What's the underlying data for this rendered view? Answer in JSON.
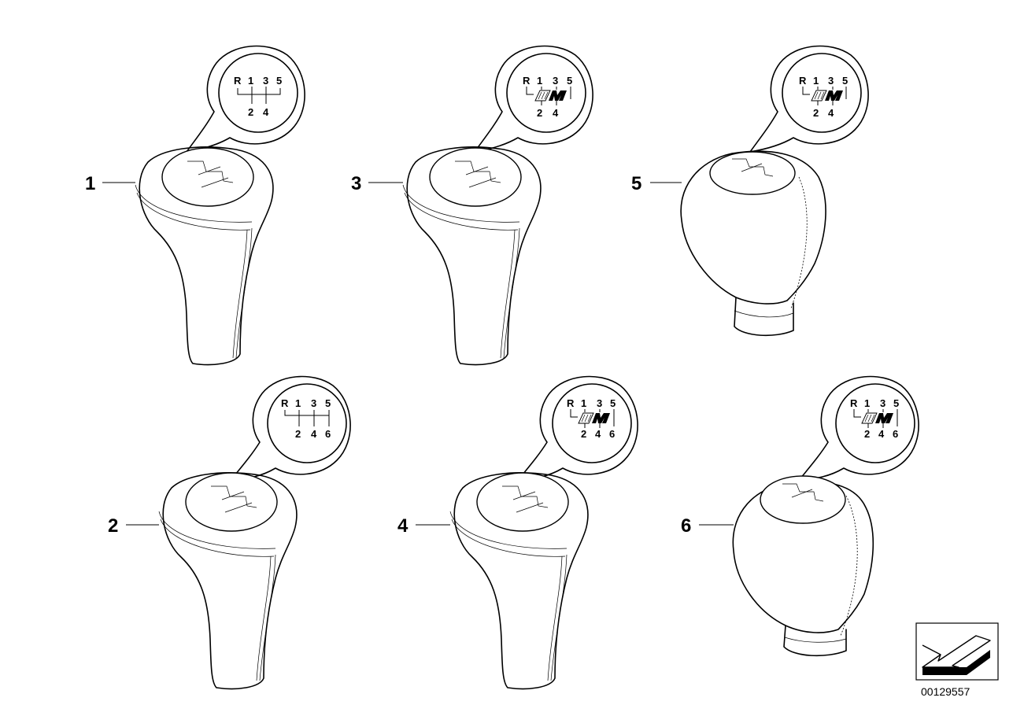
{
  "diagram": {
    "parts": [
      {
        "number": "1",
        "gears_top": [
          "R",
          "1",
          "3",
          "5"
        ],
        "gears_bottom": [
          "2",
          "4"
        ],
        "m_logo": false,
        "style": "tapered"
      },
      {
        "number": "2",
        "gears_top": [
          "R",
          "1",
          "3",
          "5"
        ],
        "gears_bottom": [
          "2",
          "4",
          "6"
        ],
        "m_logo": false,
        "style": "tapered"
      },
      {
        "number": "3",
        "gears_top": [
          "R",
          "1",
          "3",
          "5"
        ],
        "gears_bottom": [
          "2",
          "4"
        ],
        "m_logo": true,
        "style": "tapered"
      },
      {
        "number": "4",
        "gears_top": [
          "R",
          "1",
          "3",
          "5"
        ],
        "gears_bottom": [
          "2",
          "4",
          "6"
        ],
        "m_logo": true,
        "style": "tapered"
      },
      {
        "number": "5",
        "gears_top": [
          "R",
          "1",
          "3",
          "5"
        ],
        "gears_bottom": [
          "2",
          "4"
        ],
        "m_logo": true,
        "style": "bulb"
      },
      {
        "number": "6",
        "gears_top": [
          "R",
          "1",
          "3",
          "5"
        ],
        "gears_bottom": [
          "2",
          "4",
          "6"
        ],
        "m_logo": true,
        "style": "bulb"
      }
    ],
    "document_number": "00129557",
    "nav_icon": "arrow-down-left-icon"
  }
}
